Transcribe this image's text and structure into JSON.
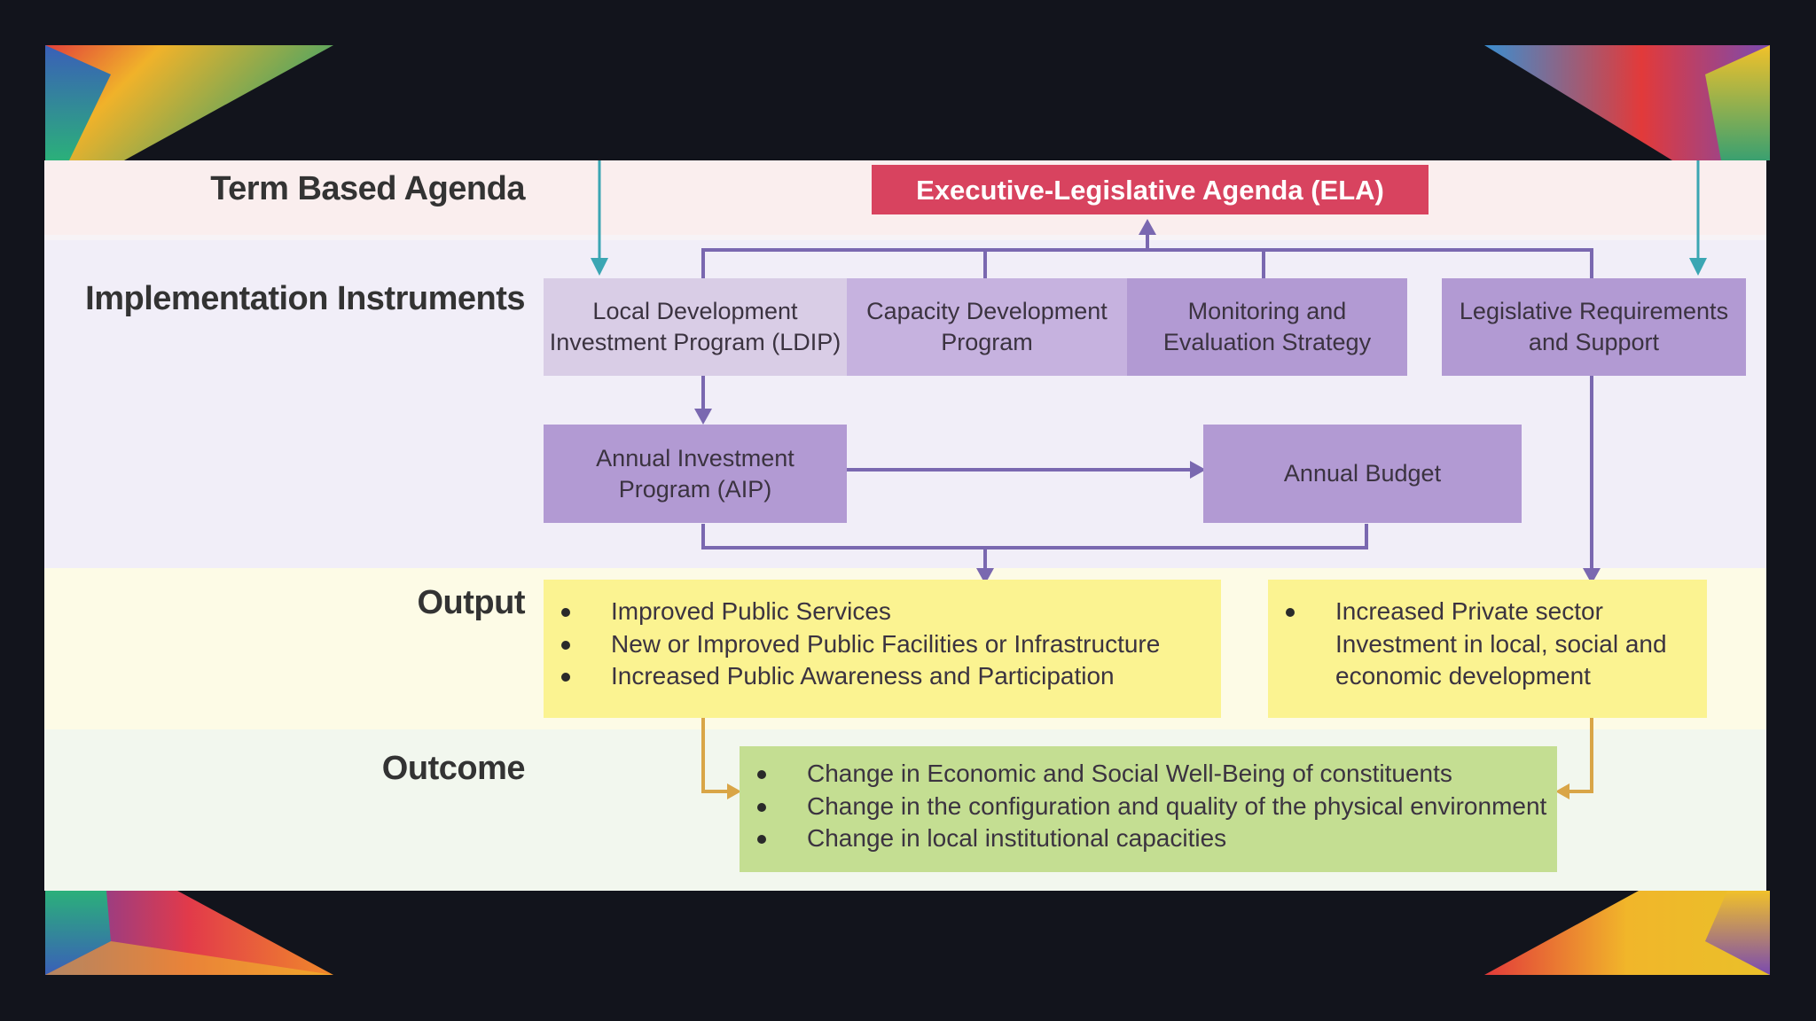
{
  "rows": {
    "term": "Term Based Agenda",
    "implementation": "Implementation Instruments",
    "output": "Output",
    "outcome": "Outcome"
  },
  "ela": "Executive-Legislative Agenda (ELA)",
  "instruments": [
    {
      "line1": "Local Development",
      "line2": "Investment Program (LDIP)"
    },
    {
      "line1": "Capacity Development",
      "line2": "Program"
    },
    {
      "line1": "Monitoring and",
      "line2": "Evaluation Strategy"
    },
    {
      "line1": "Legislative Requirements",
      "line2": "and Support"
    }
  ],
  "aip": {
    "line1": "Annual Investment",
    "line2": "Program (AIP)"
  },
  "budget": "Annual Budget",
  "outputs_public": [
    "Improved Public Services",
    "New or Improved Public Facilities or Infrastructure",
    "Increased Public Awareness and Participation"
  ],
  "outputs_private": {
    "line1": "Increased Private sector",
    "line2": "Investment in local, social and",
    "line3": "economic development"
  },
  "outcomes": [
    "Change in Economic and Social Well-Being of constituents",
    "Change in the configuration and quality of the physical environment",
    "Change in local institutional capacities"
  ],
  "colors": {
    "ela": "#d8435f",
    "instrument_light": "#d9cde6",
    "instrument_mid": "#c6b2df",
    "instrument_dark": "#b29ad3",
    "output_box": "#fbf391",
    "outcome_box": "#c4de92",
    "connector_purple": "#7a68b0",
    "connector_teal": "#3ba6b3",
    "connector_gold": "#d9a547"
  }
}
